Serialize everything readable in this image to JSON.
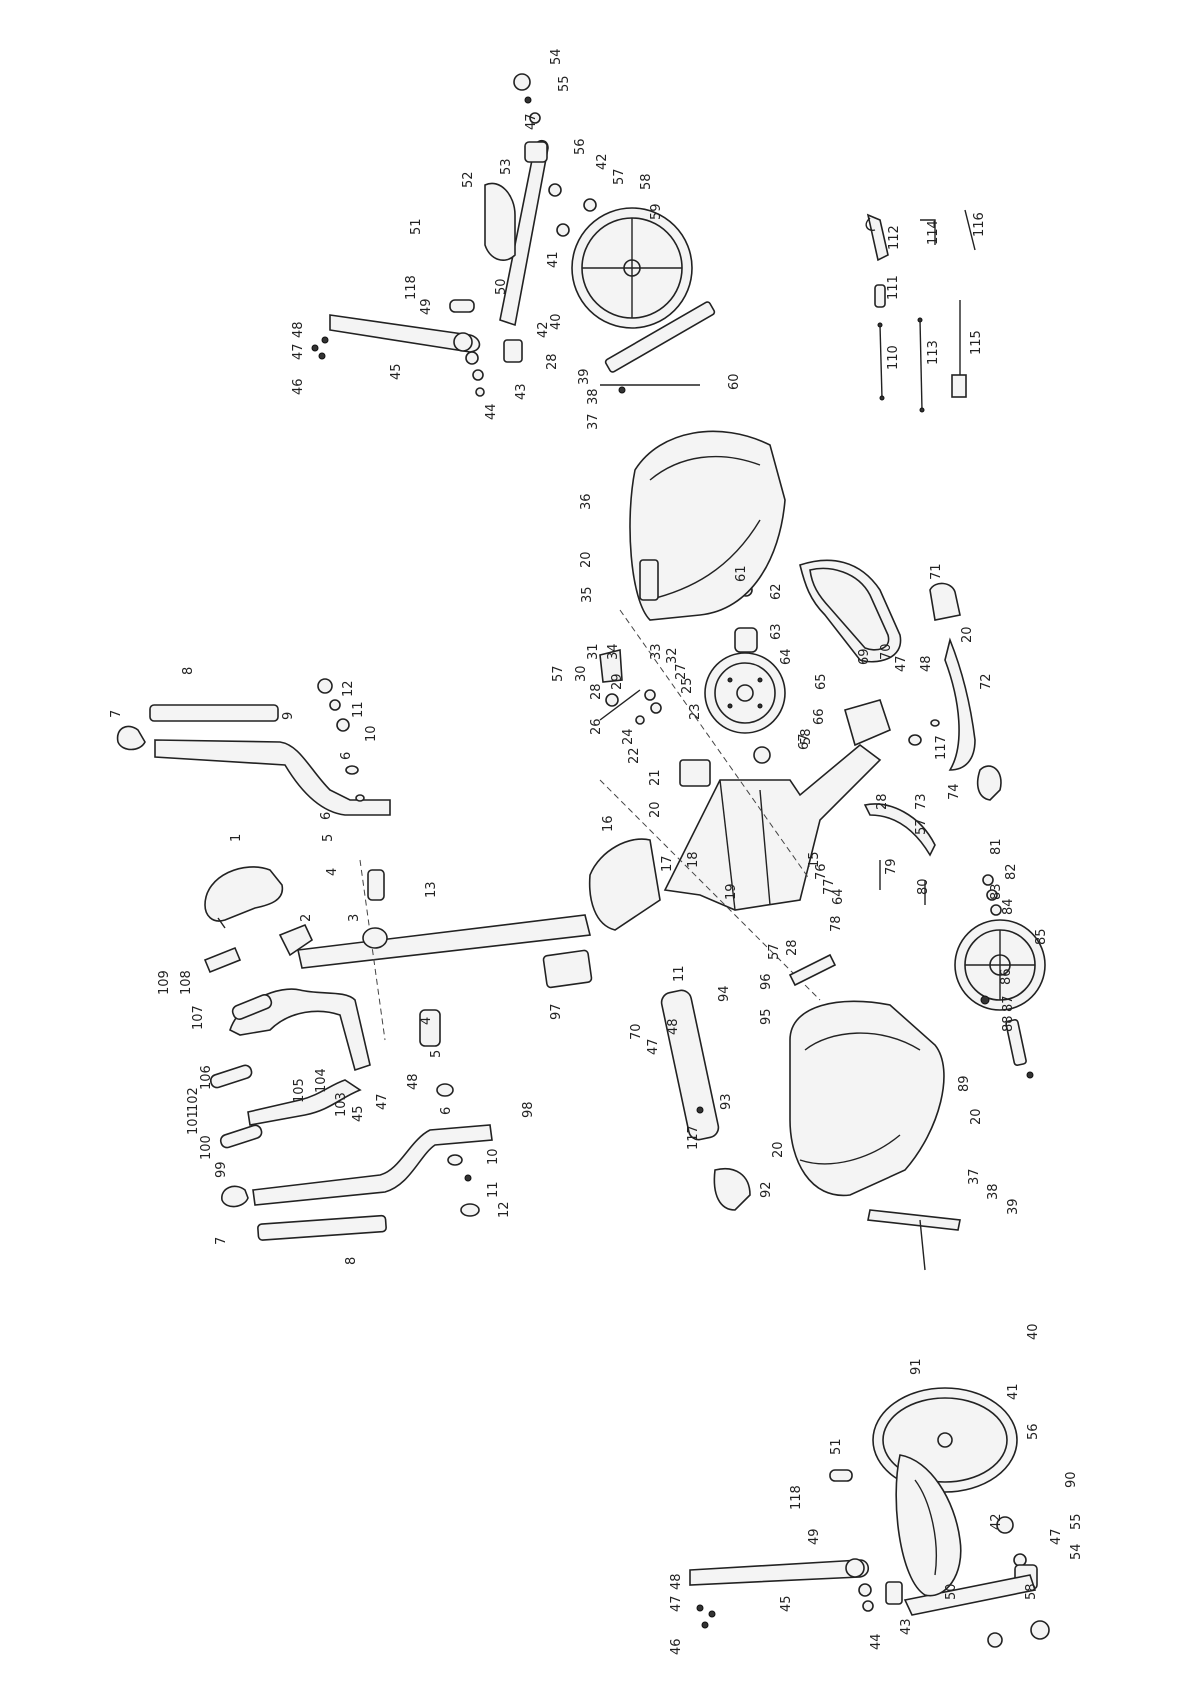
{
  "callouts": [
    {
      "id": "c-1",
      "text": "1"
    },
    {
      "id": "c-2",
      "text": "2"
    },
    {
      "id": "c-3",
      "text": "3"
    },
    {
      "id": "c-4a",
      "text": "4"
    },
    {
      "id": "c-4b",
      "text": "4"
    },
    {
      "id": "c-5a",
      "text": "5"
    },
    {
      "id": "c-5b",
      "text": "5"
    },
    {
      "id": "c-6a",
      "text": "6"
    },
    {
      "id": "c-6b",
      "text": "6"
    },
    {
      "id": "c-6c",
      "text": "6"
    },
    {
      "id": "c-7a",
      "text": "7"
    },
    {
      "id": "c-7b",
      "text": "7"
    },
    {
      "id": "c-8a",
      "text": "8"
    },
    {
      "id": "c-8b",
      "text": "8"
    },
    {
      "id": "c-9",
      "text": "9"
    },
    {
      "id": "c-10a",
      "text": "10"
    },
    {
      "id": "c-10b",
      "text": "10"
    },
    {
      "id": "c-11a",
      "text": "11"
    },
    {
      "id": "c-11b",
      "text": "11"
    },
    {
      "id": "c-11c",
      "text": "11"
    },
    {
      "id": "c-12a",
      "text": "12"
    },
    {
      "id": "c-12b",
      "text": "12"
    },
    {
      "id": "c-13",
      "text": "13"
    },
    {
      "id": "c-15",
      "text": "15"
    },
    {
      "id": "c-16",
      "text": "16"
    },
    {
      "id": "c-17",
      "text": "17"
    },
    {
      "id": "c-18",
      "text": "18"
    },
    {
      "id": "c-19",
      "text": "19"
    },
    {
      "id": "c-20a",
      "text": "20"
    },
    {
      "id": "c-20b",
      "text": "20"
    },
    {
      "id": "c-20c",
      "text": "20"
    },
    {
      "id": "c-20d",
      "text": "20"
    },
    {
      "id": "c-20e",
      "text": "20"
    },
    {
      "id": "c-21",
      "text": "21"
    },
    {
      "id": "c-22",
      "text": "22"
    },
    {
      "id": "c-23",
      "text": "23"
    },
    {
      "id": "c-24",
      "text": "24"
    },
    {
      "id": "c-25",
      "text": "25"
    },
    {
      "id": "c-26",
      "text": "26"
    },
    {
      "id": "c-27",
      "text": "27"
    },
    {
      "id": "c-28a",
      "text": "28"
    },
    {
      "id": "c-28b",
      "text": "28"
    },
    {
      "id": "c-28c",
      "text": "28"
    },
    {
      "id": "c-28d",
      "text": "28"
    },
    {
      "id": "c-29",
      "text": "29"
    },
    {
      "id": "c-30",
      "text": "30"
    },
    {
      "id": "c-31",
      "text": "31"
    },
    {
      "id": "c-32",
      "text": "32"
    },
    {
      "id": "c-33",
      "text": "33"
    },
    {
      "id": "c-34",
      "text": "34"
    },
    {
      "id": "c-35",
      "text": "35"
    },
    {
      "id": "c-36",
      "text": "36"
    },
    {
      "id": "c-37a",
      "text": "37"
    },
    {
      "id": "c-37b",
      "text": "37"
    },
    {
      "id": "c-38a",
      "text": "38"
    },
    {
      "id": "c-38b",
      "text": "38"
    },
    {
      "id": "c-39a",
      "text": "39"
    },
    {
      "id": "c-39b",
      "text": "39"
    },
    {
      "id": "c-40a",
      "text": "40"
    },
    {
      "id": "c-40b",
      "text": "40"
    },
    {
      "id": "c-41a",
      "text": "41"
    },
    {
      "id": "c-41b",
      "text": "41"
    },
    {
      "id": "c-42a",
      "text": "42"
    },
    {
      "id": "c-42b",
      "text": "42"
    },
    {
      "id": "c-42c",
      "text": "42"
    },
    {
      "id": "c-43a",
      "text": "43"
    },
    {
      "id": "c-43b",
      "text": "43"
    },
    {
      "id": "c-44a",
      "text": "44"
    },
    {
      "id": "c-44b",
      "text": "44"
    },
    {
      "id": "c-45a",
      "text": "45"
    },
    {
      "id": "c-45b",
      "text": "45"
    },
    {
      "id": "c-45c",
      "text": "45"
    },
    {
      "id": "c-46a",
      "text": "46"
    },
    {
      "id": "c-46b",
      "text": "46"
    },
    {
      "id": "c-47a",
      "text": "47"
    },
    {
      "id": "c-47b",
      "text": "47"
    },
    {
      "id": "c-47c",
      "text": "47"
    },
    {
      "id": "c-47d",
      "text": "47"
    },
    {
      "id": "c-47e",
      "text": "47"
    },
    {
      "id": "c-47f",
      "text": "47"
    },
    {
      "id": "c-47g",
      "text": "47"
    },
    {
      "id": "c-48a",
      "text": "48"
    },
    {
      "id": "c-48b",
      "text": "48"
    },
    {
      "id": "c-48c",
      "text": "48"
    },
    {
      "id": "c-48d",
      "text": "48"
    },
    {
      "id": "c-48e",
      "text": "48"
    },
    {
      "id": "c-49a",
      "text": "49"
    },
    {
      "id": "c-49b",
      "text": "49"
    },
    {
      "id": "c-50a",
      "text": "50"
    },
    {
      "id": "c-50b",
      "text": "50"
    },
    {
      "id": "c-51a",
      "text": "51"
    },
    {
      "id": "c-51b",
      "text": "51"
    },
    {
      "id": "c-52",
      "text": "52"
    },
    {
      "id": "c-53",
      "text": "53"
    },
    {
      "id": "c-54a",
      "text": "54"
    },
    {
      "id": "c-54b",
      "text": "54"
    },
    {
      "id": "c-55a",
      "text": "55"
    },
    {
      "id": "c-55b",
      "text": "55"
    },
    {
      "id": "c-56a",
      "text": "56"
    },
    {
      "id": "c-56b",
      "text": "56"
    },
    {
      "id": "c-57a",
      "text": "57"
    },
    {
      "id": "c-57b",
      "text": "57"
    },
    {
      "id": "c-57c",
      "text": "57"
    },
    {
      "id": "c-57d",
      "text": "57"
    },
    {
      "id": "c-58a",
      "text": "58"
    },
    {
      "id": "c-58b",
      "text": "58"
    },
    {
      "id": "c-58c",
      "text": "58"
    },
    {
      "id": "c-59",
      "text": "59"
    },
    {
      "id": "c-60",
      "text": "60"
    },
    {
      "id": "c-61",
      "text": "61"
    },
    {
      "id": "c-62",
      "text": "62"
    },
    {
      "id": "c-63",
      "text": "63"
    },
    {
      "id": "c-64a",
      "text": "64"
    },
    {
      "id": "c-64b",
      "text": "64"
    },
    {
      "id": "c-65",
      "text": "65"
    },
    {
      "id": "c-66",
      "text": "66"
    },
    {
      "id": "c-67",
      "text": "67"
    },
    {
      "id": "c-69",
      "text": "69"
    },
    {
      "id": "c-70a",
      "text": "70"
    },
    {
      "id": "c-70b",
      "text": "70"
    },
    {
      "id": "c-71",
      "text": "71"
    },
    {
      "id": "c-72",
      "text": "72"
    },
    {
      "id": "c-73",
      "text": "73"
    },
    {
      "id": "c-74",
      "text": "74"
    },
    {
      "id": "c-76",
      "text": "76"
    },
    {
      "id": "c-77",
      "text": "77"
    },
    {
      "id": "c-78",
      "text": "78"
    },
    {
      "id": "c-79",
      "text": "79"
    },
    {
      "id": "c-80",
      "text": "80"
    },
    {
      "id": "c-81",
      "text": "81"
    },
    {
      "id": "c-82",
      "text": "82"
    },
    {
      "id": "c-83",
      "text": "83"
    },
    {
      "id": "c-84",
      "text": "84"
    },
    {
      "id": "c-85",
      "text": "85"
    },
    {
      "id": "c-86",
      "text": "86"
    },
    {
      "id": "c-87",
      "text": "87"
    },
    {
      "id": "c-88",
      "text": "88"
    },
    {
      "id": "c-89",
      "text": "89"
    },
    {
      "id": "c-90",
      "text": "90"
    },
    {
      "id": "c-91",
      "text": "91"
    },
    {
      "id": "c-92",
      "text": "92"
    },
    {
      "id": "c-93",
      "text": "93"
    },
    {
      "id": "c-94",
      "text": "94"
    },
    {
      "id": "c-95",
      "text": "95"
    },
    {
      "id": "c-96",
      "text": "96"
    },
    {
      "id": "c-97",
      "text": "97"
    },
    {
      "id": "c-98",
      "text": "98"
    },
    {
      "id": "c-99",
      "text": "99"
    },
    {
      "id": "c-100",
      "text": "100"
    },
    {
      "id": "c-101",
      "text": "101"
    },
    {
      "id": "c-102",
      "text": "102"
    },
    {
      "id": "c-103",
      "text": "103"
    },
    {
      "id": "c-104",
      "text": "104"
    },
    {
      "id": "c-105",
      "text": "105"
    },
    {
      "id": "c-106",
      "text": "106"
    },
    {
      "id": "c-107",
      "text": "107"
    },
    {
      "id": "c-108",
      "text": "108"
    },
    {
      "id": "c-109",
      "text": "109"
    },
    {
      "id": "c-110",
      "text": "110"
    },
    {
      "id": "c-111",
      "text": "111"
    },
    {
      "id": "c-112",
      "text": "112"
    },
    {
      "id": "c-113",
      "text": "113"
    },
    {
      "id": "c-114",
      "text": "114"
    },
    {
      "id": "c-115",
      "text": "115"
    },
    {
      "id": "c-116",
      "text": "116"
    },
    {
      "id": "c-117a",
      "text": "117"
    },
    {
      "id": "c-117b",
      "text": "117"
    },
    {
      "id": "c-118a",
      "text": "118"
    },
    {
      "id": "c-118b",
      "text": "118"
    }
  ]
}
